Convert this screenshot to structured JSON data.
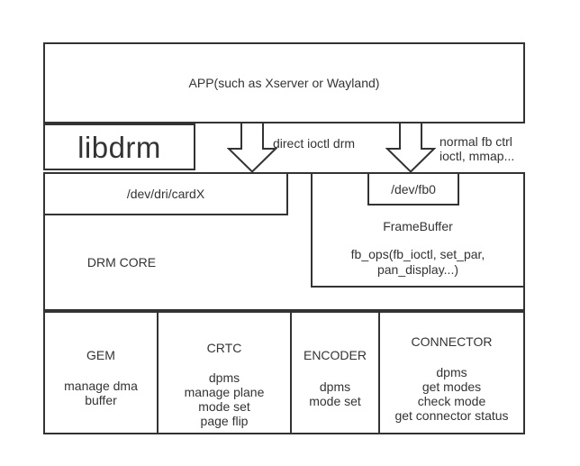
{
  "diagram": {
    "app": {
      "label": "APP(such as Xserver or Wayland)"
    },
    "libdrm": {
      "label": "libdrm"
    },
    "annotations": {
      "direct_ioctl": "direct ioctl drm",
      "normal_fb_line1": "normal fb ctrl",
      "normal_fb_line2": "ioctl, mmap..."
    },
    "card": {
      "label": "/dev/dri/cardX"
    },
    "drm_core": {
      "label": "DRM CORE"
    },
    "fb0": {
      "label": "/dev/fb0"
    },
    "framebuffer": {
      "title": "FrameBuffer",
      "ops_line1": "fb_ops(fb_ioctl, set_par,",
      "ops_line2": "pan_display...)"
    },
    "modules": [
      {
        "title": "GEM",
        "lines": [
          "manage dma",
          "buffer"
        ]
      },
      {
        "title": "CRTC",
        "lines": [
          "dpms",
          "manage plane",
          "mode set",
          "page flip"
        ]
      },
      {
        "title": "ENCODER",
        "lines": [
          "dpms",
          "mode set"
        ]
      },
      {
        "title": "CONNECTOR",
        "lines": [
          "dpms",
          "get modes",
          "check mode",
          "get connector status"
        ]
      }
    ],
    "colors": {
      "line": "#333333",
      "text": "#333333",
      "background": "#ffffff"
    }
  }
}
